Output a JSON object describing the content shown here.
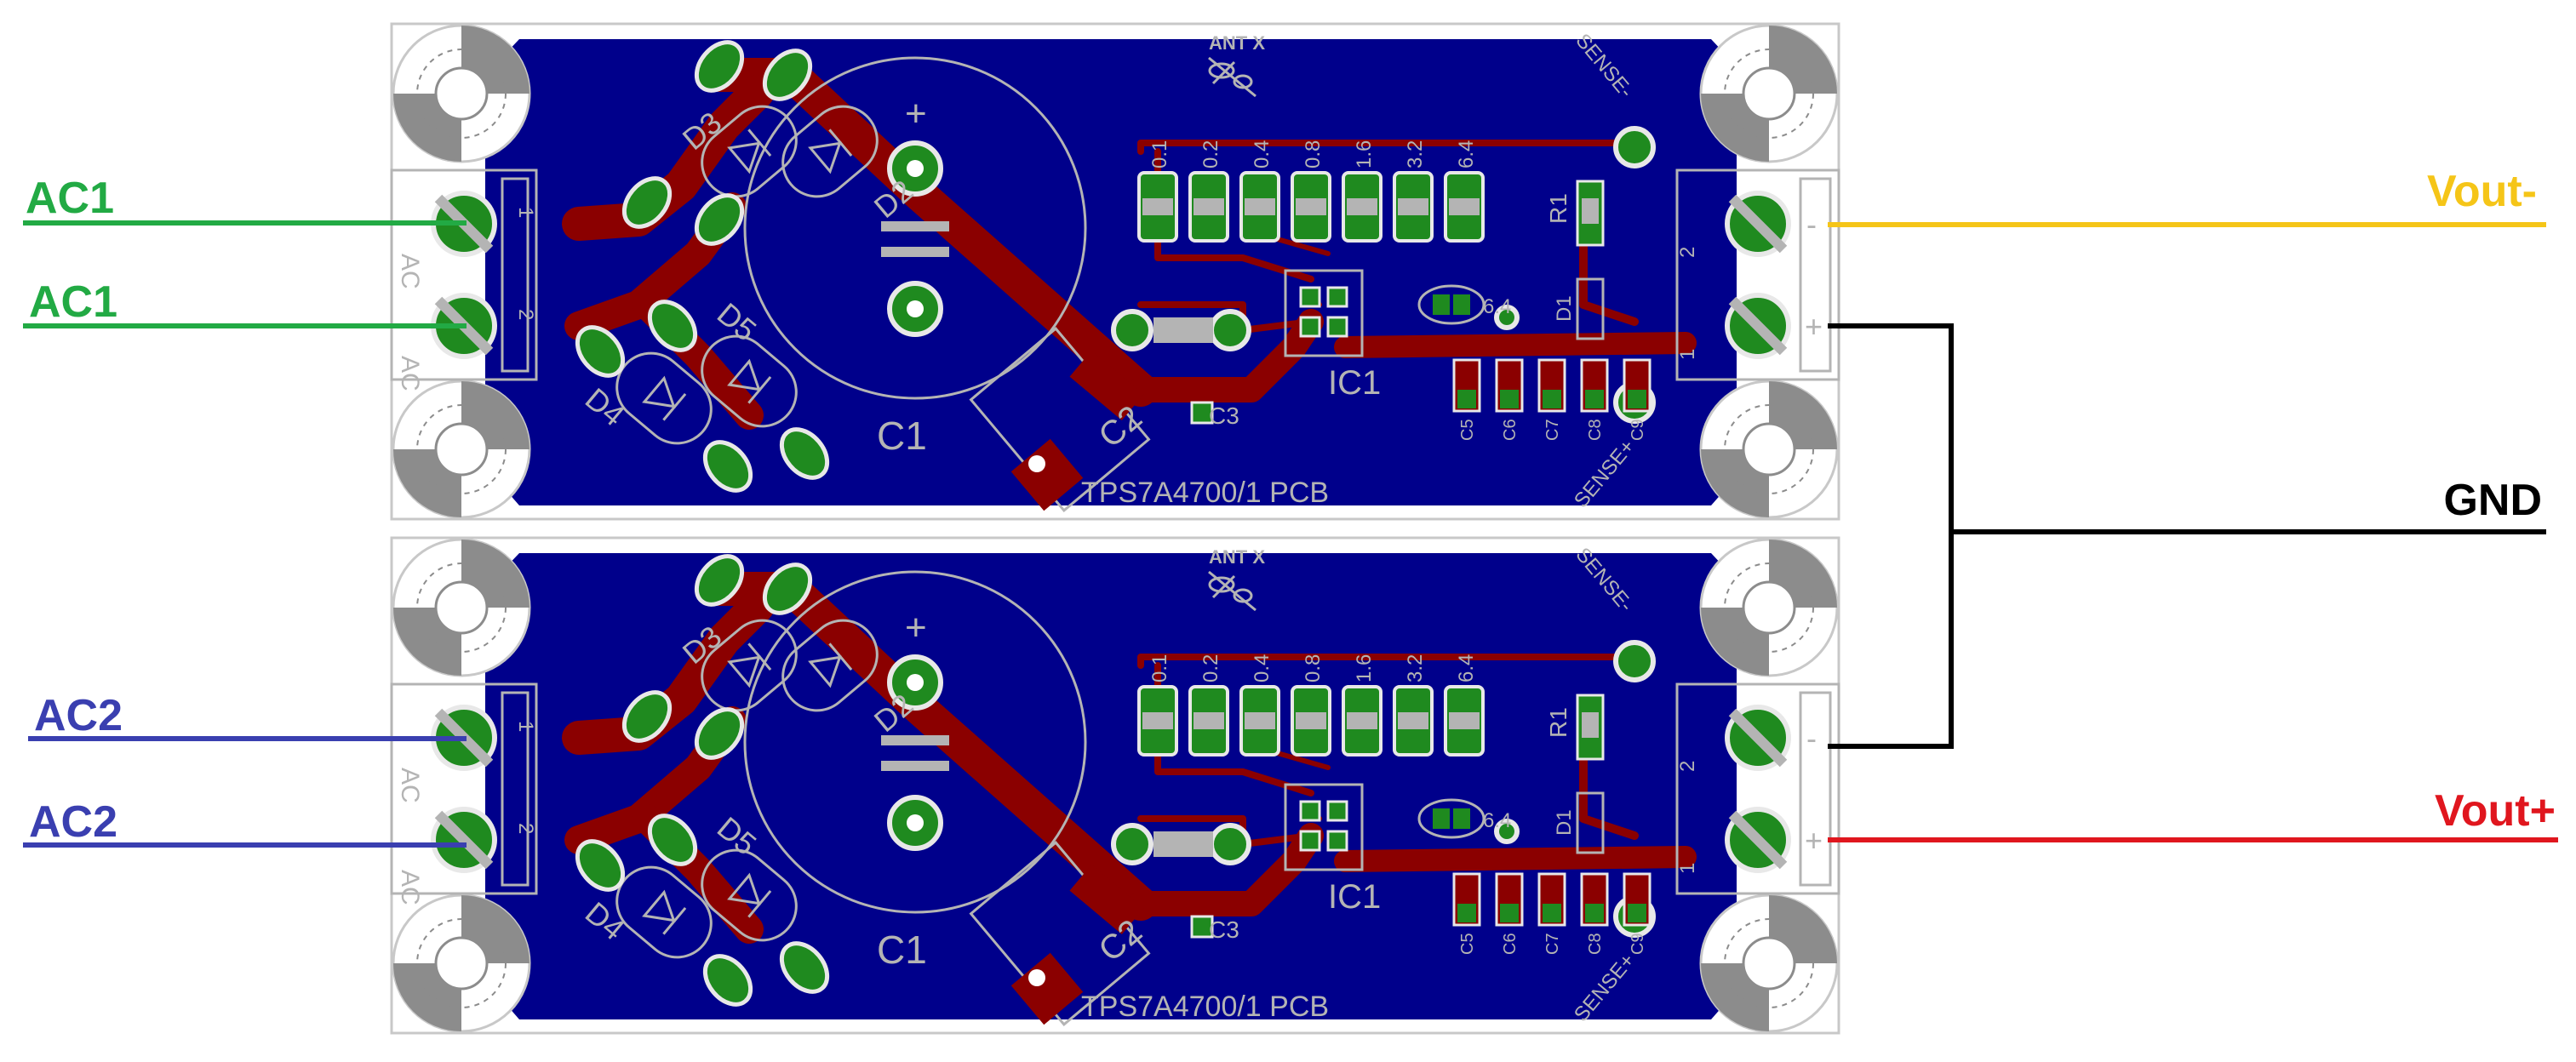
{
  "boards": [
    {
      "ref_d3": "D3",
      "ref_d2": "D2",
      "ref_d4": "D4",
      "ref_d5": "D5",
      "ref_c1": "C1",
      "ref_c2": "C2",
      "ref_c3": "C3",
      "ref_ic1": "IC1",
      "ref_r1": "R1",
      "ref_d1": "D1",
      "ref_c5": "C5",
      "ref_c6": "C6",
      "ref_c7": "C7",
      "ref_c8": "C8",
      "ref_c9": "C9",
      "sense_minus": "SENSE-",
      "sense_plus": "SENSE+",
      "board_title": "TPS7A4700/1 PCB",
      "logo": "ANT X",
      "ac_left_1": "AC",
      "ac_left_2": "AC",
      "pin_1": "1",
      "pin_2": "2",
      "term_minus": "-",
      "term_plus": "+",
      "voltage_bits": [
        "0.1",
        "0.2",
        "0.4",
        "0.8",
        "1.6",
        "3.2",
        "6.4"
      ],
      "bit_64": "6.4"
    },
    {
      "ref_d3": "D3",
      "ref_d2": "D2",
      "ref_d4": "D4",
      "ref_d5": "D5",
      "ref_c1": "C1",
      "ref_c2": "C2",
      "ref_c3": "C3",
      "ref_ic1": "IC1",
      "ref_r1": "R1",
      "ref_d1": "D1",
      "ref_c5": "C5",
      "ref_c6": "C6",
      "ref_c7": "C7",
      "ref_c8": "C8",
      "ref_c9": "C9",
      "sense_minus": "SENSE-",
      "sense_plus": "SENSE+",
      "board_title": "TPS7A4700/1 PCB",
      "logo": "ANT X",
      "ac_left_1": "AC",
      "ac_left_2": "AC",
      "pin_1": "1",
      "pin_2": "2",
      "term_minus": "-",
      "term_plus": "+",
      "voltage_bits": [
        "0.1",
        "0.2",
        "0.4",
        "0.8",
        "1.6",
        "3.2",
        "6.4"
      ],
      "bit_64": "6.4"
    }
  ],
  "labels": {
    "ac1_top": "AC1",
    "ac1_bottom": "AC1",
    "ac2_top": "AC2",
    "ac2_bottom": "AC2",
    "vout_minus": "Vout-",
    "gnd": "GND",
    "vout_plus": "Vout+"
  },
  "colors": {
    "ac1": "#22aa44",
    "ac2": "#3a3fb0",
    "vout_minus": "#f5c518",
    "gnd": "#000000",
    "vout_plus": "#e0161e",
    "board": "#00008b",
    "copper": "#8b0000",
    "pad": "#1f8a1f",
    "silk": "#b4b4b4"
  }
}
